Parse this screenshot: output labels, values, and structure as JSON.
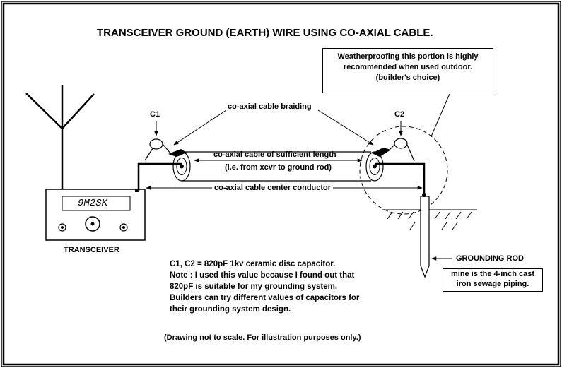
{
  "title": "TRANSCEIVER GROUND (EARTH) WIRE USING CO-AXIAL CABLE.",
  "weatherproof_note": {
    "line1": "Weatherproofing this portion is highly",
    "line2": "recommended when used outdoor.",
    "line3": "(builder's choice)"
  },
  "labels": {
    "c1": "C1",
    "c2": "C2",
    "braiding": "co-axial cable braiding",
    "cable_line1": "co-axial cable of sufficient length",
    "cable_line2": "(i.e. from xcvr to ground rod)",
    "center_conductor": "co-axial cable center conductor",
    "transceiver": "TRANSCEIVER",
    "grounding_rod": "GROUNDING ROD",
    "callsign": "9M2SK"
  },
  "rod_note": {
    "line1": "mine is the 4-inch cast",
    "line2": "iron sewage piping."
  },
  "notes": {
    "line1": "C1, C2 = 820pF 1kv ceramic disc capacitor.",
    "line2": "Note : I used this value because I found out that",
    "line3": "820pF is suitable for my grounding system.",
    "line4": "Builders can try different values  of capacitors for",
    "line5": "their grounding system design."
  },
  "disclaimer": "(Drawing not to scale.  For illustration purposes only.)"
}
